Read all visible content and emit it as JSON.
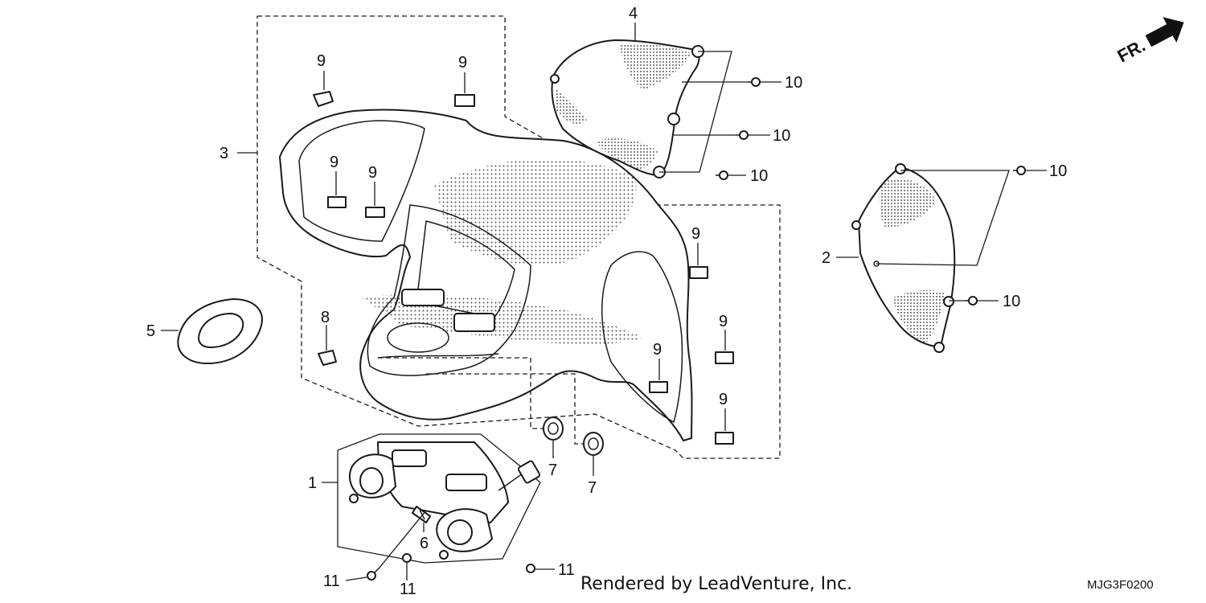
{
  "callouts": {
    "c1": "1",
    "c2": "2",
    "c3": "3",
    "c4": "4",
    "c5": "5",
    "c6": "6",
    "c7": "7",
    "c8": "8",
    "c9": "9",
    "c10": "10",
    "c11": "11"
  },
  "orientation_label": "FR.",
  "footer": "Rendered by LeadVenture, Inc.",
  "diagram_code": "MJG3F0200"
}
